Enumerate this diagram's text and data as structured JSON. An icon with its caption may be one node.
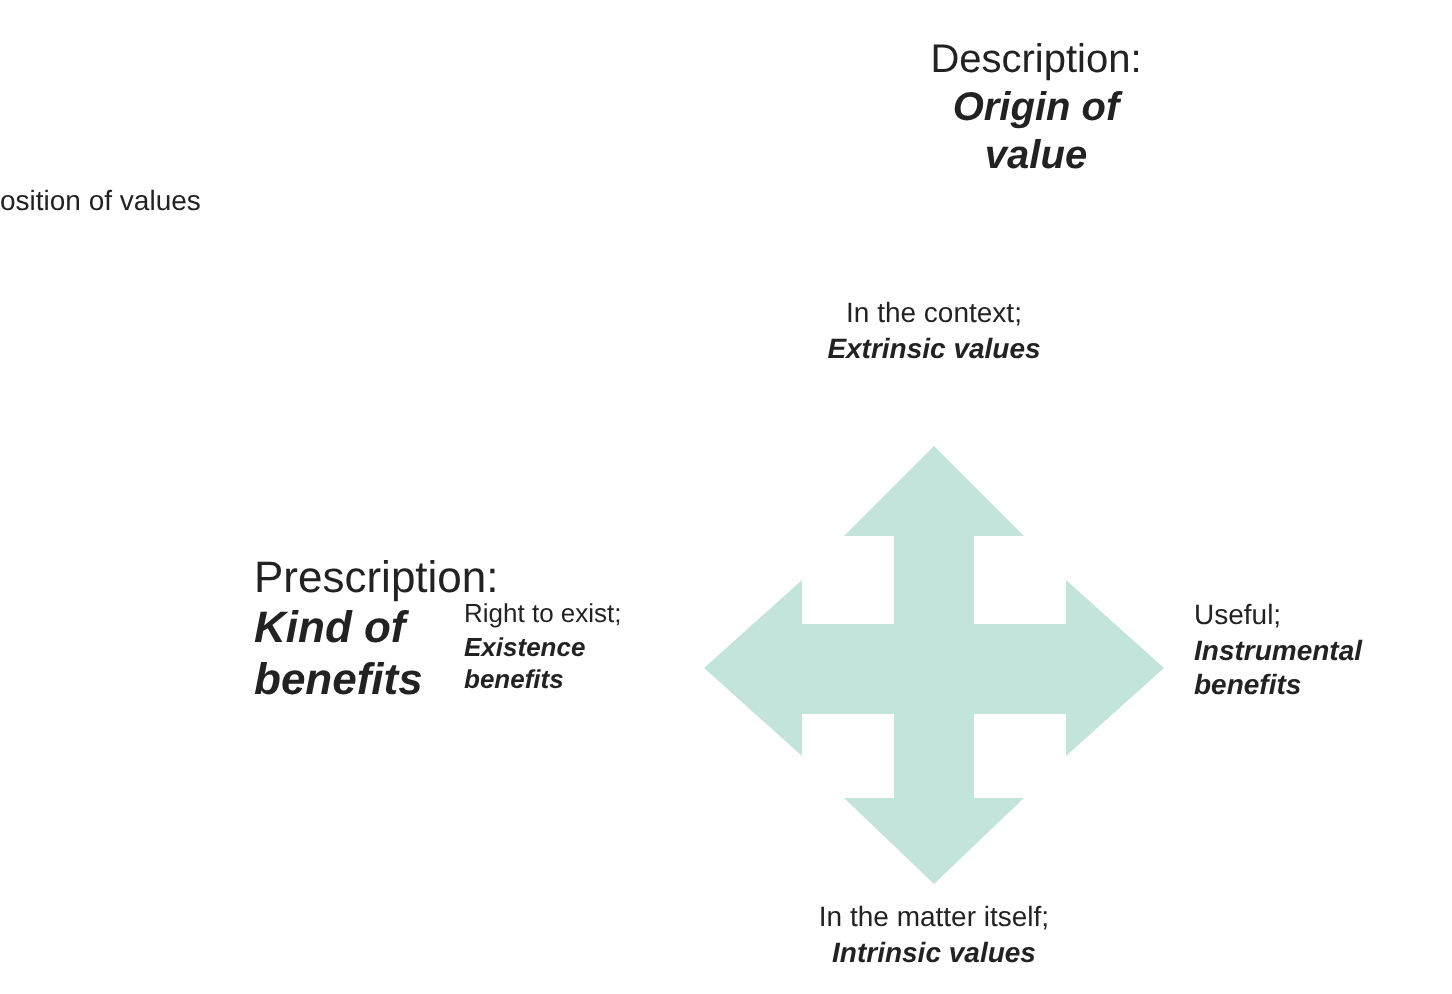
{
  "diagram": {
    "labels": [
      "Description:",
      "Origin of value",
      "osition of values",
      "In the context;",
      "Extrinsic values",
      "Prescription:",
      "Kind of benefits",
      "Right to exist;",
      "Existence benefits",
      "Useful;",
      "Instrumental benefits",
      "In the matter itself;",
      "Intrinsic values"
    ]
  }
}
